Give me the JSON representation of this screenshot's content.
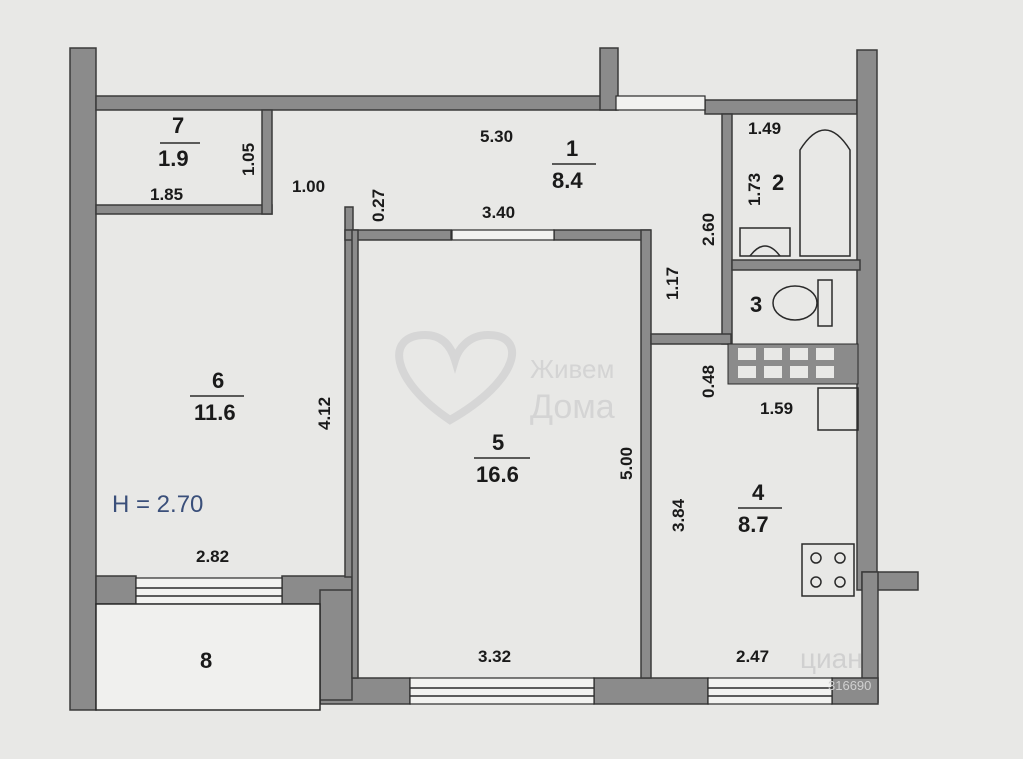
{
  "rooms": [
    {
      "number": "1",
      "area": "8.4"
    },
    {
      "number": "2",
      "area": ""
    },
    {
      "number": "3",
      "area": ""
    },
    {
      "number": "4",
      "area": "8.7"
    },
    {
      "number": "5",
      "area": "16.6"
    },
    {
      "number": "6",
      "area": "11.6"
    },
    {
      "number": "7",
      "area": "1.9"
    },
    {
      "number": "8",
      "area": ""
    }
  ],
  "dimensions": {
    "d_5_30": "5.30",
    "d_1_49": "1.49",
    "d_1_05": "1.05",
    "d_1_85": "1.85",
    "d_1_00": "1.00",
    "d_0_27": "0.27",
    "d_3_40": "3.40",
    "d_2_60": "2.60",
    "d_1_73": "1.73",
    "d_1_17": "1.17",
    "d_0_48": "0.48",
    "d_1_59": "1.59",
    "d_4_12": "4.12",
    "d_5_00": "5.00",
    "d_3_84": "3.84",
    "d_2_82": "2.82",
    "d_3_32": "3.32",
    "d_2_47": "2.47"
  },
  "ceiling_height": "H = 2.70",
  "watermarks": {
    "brand_line1": "Живем",
    "brand_line2": "Дома",
    "cian": "циан",
    "cian_id": "316690"
  },
  "colors": {
    "wall": "#8b8b8b",
    "background": "#e8e8e6",
    "height_label": "#3a4f7a"
  }
}
